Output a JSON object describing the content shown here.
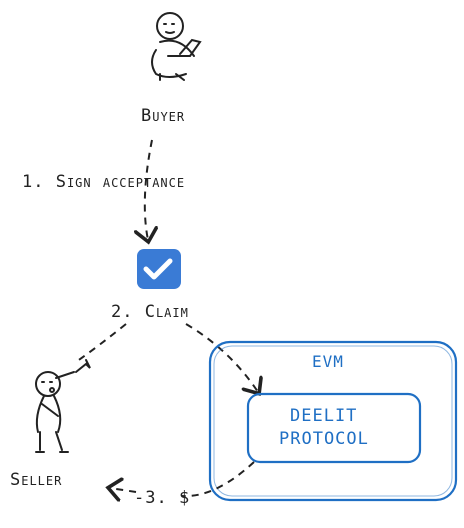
{
  "diagram": {
    "buyer": {
      "label": "Buyer",
      "icon": "person-with-laptop-icon"
    },
    "seller": {
      "label": "Seller",
      "icon": "person-waving-icon"
    },
    "step1": {
      "label": "1. Sign acceptance"
    },
    "step2": {
      "label": "2. Claim",
      "icon": "checkbox-checked-icon"
    },
    "step3": {
      "label": "-3. $"
    },
    "evm": {
      "label": "EVM"
    },
    "protocol": {
      "line1": "DEELIT",
      "line2": "PROTOCOL"
    },
    "colors": {
      "ink": "#222222",
      "accent": "#1f6fc4",
      "check": "#3a7bd5"
    }
  }
}
